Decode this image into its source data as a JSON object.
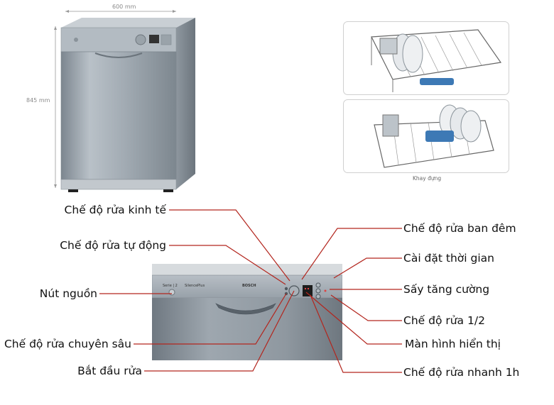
{
  "dimensions": {
    "width_label": "600 mm",
    "height_label": "845 mm"
  },
  "rack_caption": "Khay đựng",
  "panel": {
    "brand": "BOSCH",
    "series_label": "Serie | 2",
    "silence_label": "SilencePlus"
  },
  "callouts": {
    "left": [
      "Chế độ rửa kinh tế",
      "Chế độ rửa tự động",
      "Nút nguồn",
      "Chế độ rửa chuyên sâu",
      "Bắt đầu rửa"
    ],
    "right": [
      "Chế độ rửa ban đêm",
      "Cài đặt thời gian",
      "Sấy tăng cường",
      "Chế độ rửa 1/2",
      "Màn hình hiển thị",
      "Chế độ rửa nhanh 1h"
    ]
  },
  "colors": {
    "leader_line": "#b3261e",
    "steel": "#9aa4ad",
    "text": "#111111"
  }
}
